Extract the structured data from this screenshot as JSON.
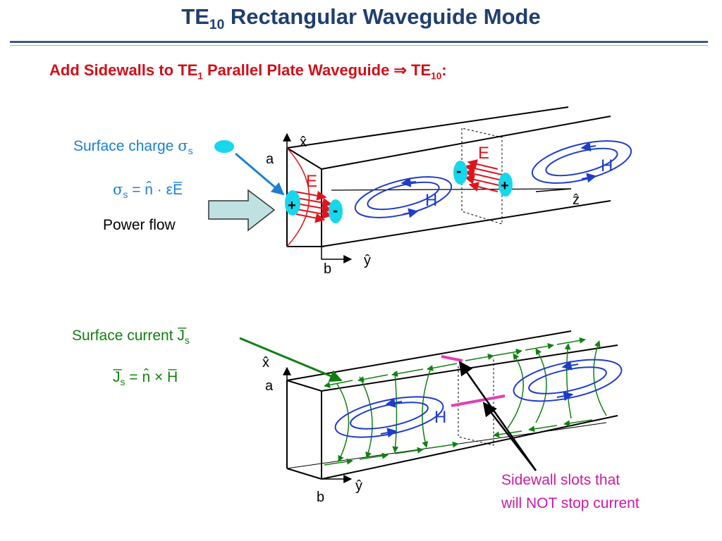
{
  "title": {
    "main": "TE",
    "sub": "10",
    "rest": " Rectangular Waveguide Mode"
  },
  "subtitle": {
    "a": "Add Sidewalls to TE",
    "a_sub": "1",
    "b": " Parallel Plate Waveguide ",
    "arrow": "⇒",
    "c": " TE",
    "c_sub": "10",
    "d": ":"
  },
  "top_diagram": {
    "surface_charge_label": "Surface charge",
    "sigma": "σ",
    "sigma_sub": "s",
    "equation_lhs": "σ",
    "equation_lhs_sub": "s",
    "equation_rhs": "= n̂ · εE̅",
    "power_flow": "Power flow",
    "axis_x": "x̂",
    "axis_y": "ŷ",
    "axis_z": "ẑ",
    "dim_a": "a",
    "dim_b": "b",
    "E": "E",
    "H": "H",
    "plus": "+",
    "minus": "-"
  },
  "bottom_diagram": {
    "surface_current_label": "Surface current",
    "J": "J̅",
    "J_sub": "s",
    "equation_lhs": "J̅",
    "equation_lhs_sub": "s",
    "equation_rhs": "= n̂ × H̅",
    "axis_x": "x̂",
    "axis_y": "ŷ",
    "dim_a": "a",
    "dim_b": "b",
    "H": "H",
    "slots_line1": "Sidewall slots that",
    "slots_line2": "will NOT stop current"
  },
  "colors": {
    "title": "#1f3f6e",
    "subtitle": "#d0101a",
    "charge": "#1b80d0",
    "current": "#118011",
    "slots": "#cc1ba2",
    "H_field": "#1f3cc8",
    "E_field": "#e0141c",
    "charge_blob": "#16d7ec"
  }
}
